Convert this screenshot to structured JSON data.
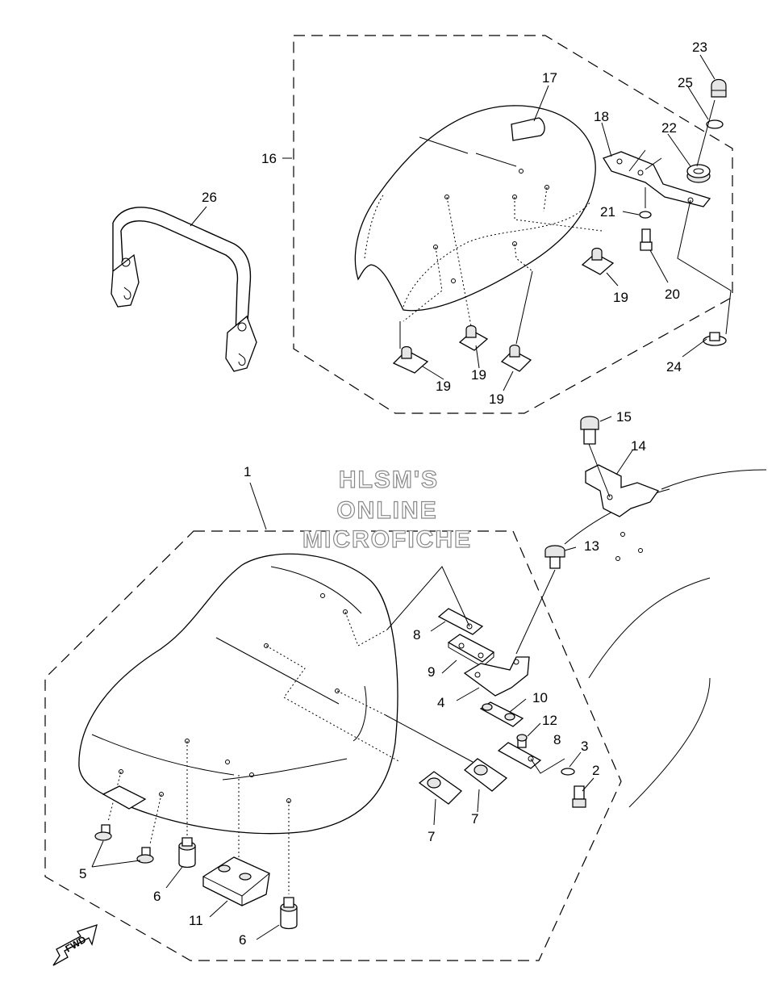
{
  "watermark": {
    "line1": "HLSM'S",
    "line2": "ONLINE",
    "line3": "MICROFICHE"
  },
  "fwd_label": "FWD",
  "callouts": [
    {
      "id": "c1",
      "text": "1"
    },
    {
      "id": "c2",
      "text": "2"
    },
    {
      "id": "c3",
      "text": "3"
    },
    {
      "id": "c4",
      "text": "4"
    },
    {
      "id": "c5",
      "text": "5"
    },
    {
      "id": "c6a",
      "text": "6"
    },
    {
      "id": "c6b",
      "text": "6"
    },
    {
      "id": "c7a",
      "text": "7"
    },
    {
      "id": "c7b",
      "text": "7"
    },
    {
      "id": "c8a",
      "text": "8"
    },
    {
      "id": "c8b",
      "text": "8"
    },
    {
      "id": "c9",
      "text": "9"
    },
    {
      "id": "c10",
      "text": "10"
    },
    {
      "id": "c11",
      "text": "11"
    },
    {
      "id": "c12",
      "text": "12"
    },
    {
      "id": "c13",
      "text": "13"
    },
    {
      "id": "c14",
      "text": "14"
    },
    {
      "id": "c15",
      "text": "15"
    },
    {
      "id": "c16",
      "text": "16"
    },
    {
      "id": "c17",
      "text": "17"
    },
    {
      "id": "c18",
      "text": "18"
    },
    {
      "id": "c19a",
      "text": "19"
    },
    {
      "id": "c19b",
      "text": "19"
    },
    {
      "id": "c19c",
      "text": "19"
    },
    {
      "id": "c19d",
      "text": "19"
    },
    {
      "id": "c20",
      "text": "20"
    },
    {
      "id": "c21",
      "text": "21"
    },
    {
      "id": "c22",
      "text": "22"
    },
    {
      "id": "c23",
      "text": "23"
    },
    {
      "id": "c24",
      "text": "24"
    },
    {
      "id": "c25",
      "text": "25"
    },
    {
      "id": "c26",
      "text": "26"
    }
  ]
}
